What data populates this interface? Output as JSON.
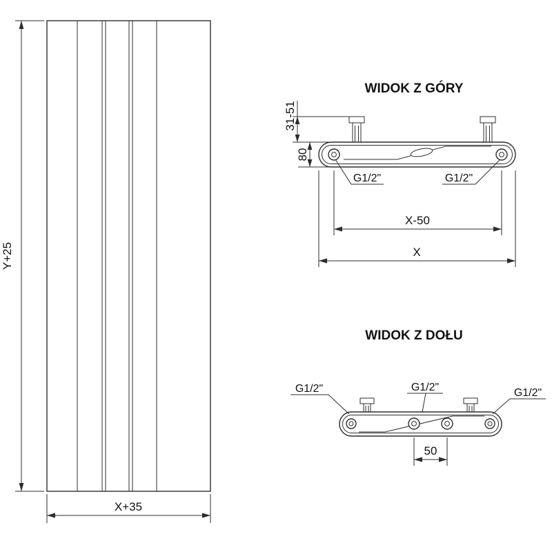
{
  "drawing": {
    "background": "#ffffff",
    "line_color": "#2d2d2d"
  },
  "front_view": {
    "height_label": "Y+25",
    "width_label": "X+35"
  },
  "top_view": {
    "title": "WIDOK Z GÓRY",
    "wall_distance_label": "31-51",
    "depth_label": "80",
    "left_port_label": "G1/2\"",
    "right_port_label": "G1/2\"",
    "port_spacing_label": "X-50",
    "width_label": "X"
  },
  "bottom_view": {
    "title": "WIDOK Z DOŁU",
    "left_port_label": "G1/2\"",
    "center_port_label": "G1/2\"",
    "right_port_label": "G1/2\"",
    "center_spacing_label": "50"
  }
}
